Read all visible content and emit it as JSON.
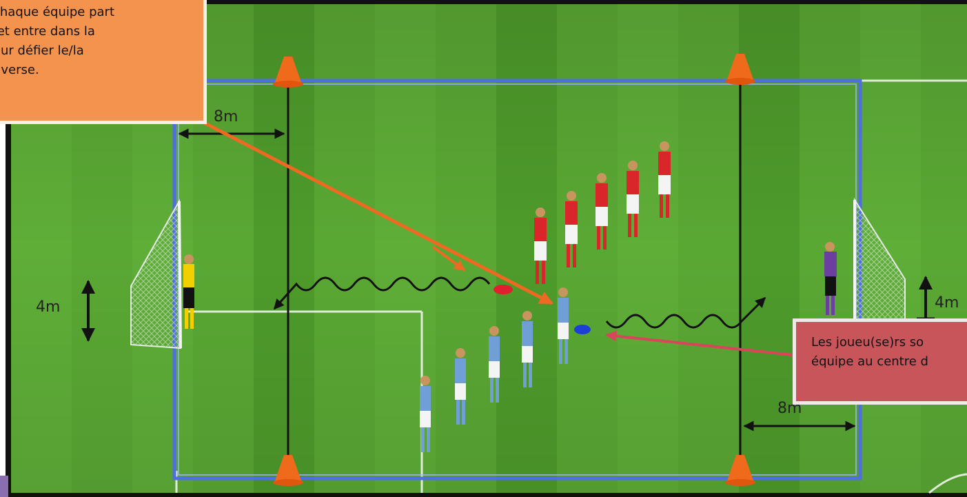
{
  "callouts": {
    "left_text": "chaque équipe part\n et entre dans la\nour défier le/la\ndverse.",
    "right_text": "Les joueu(se)rs so\néquipe au centre d"
  },
  "measurements": {
    "top_left_distance": "8m",
    "bottom_right_distance": "8m",
    "left_goal_width": "4m",
    "right_goal_width": "4m"
  },
  "colors": {
    "grass_light": "#62b13a",
    "grass_dark": "#4f9a2c",
    "boundary_blue": "#4f6fe0",
    "cone_orange": "#f06a1c",
    "team_red": "#d8262a",
    "team_blue": "#6f9fd6",
    "callout_orange": "#f4934d",
    "callout_red": "#c8555a",
    "arrow_orange": "#ee6a22",
    "arrow_red": "#d9465a"
  }
}
